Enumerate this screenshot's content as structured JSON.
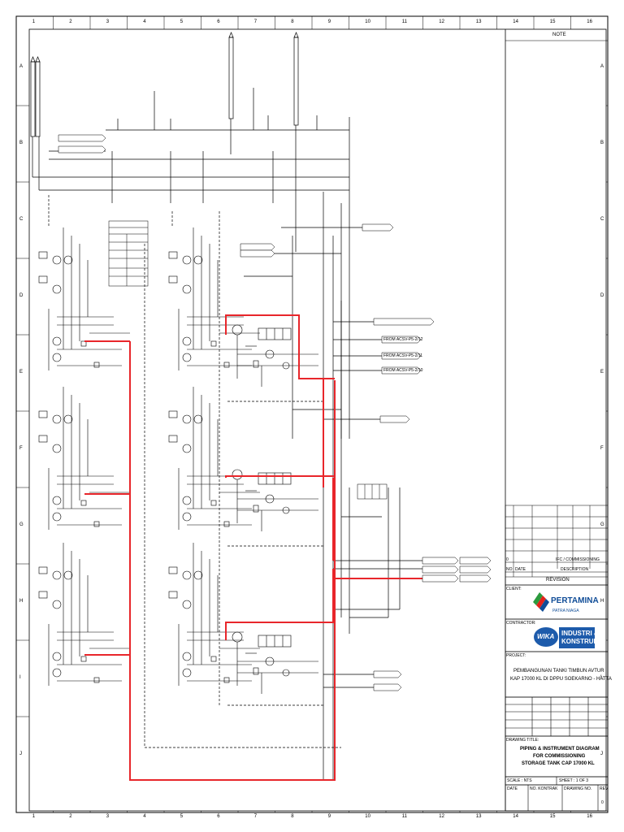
{
  "frame": {
    "columns": [
      "1",
      "2",
      "3",
      "4",
      "5",
      "6",
      "7",
      "8",
      "9",
      "10",
      "11",
      "12",
      "13",
      "14",
      "15",
      "16"
    ],
    "rows": [
      "A",
      "B",
      "C",
      "D",
      "E",
      "F",
      "G",
      "H",
      "I",
      "J"
    ]
  },
  "title_block": {
    "note_label": "NOTE",
    "revision_label": "REVISION",
    "rev_headers": {
      "no": "NO",
      "date": "DATE",
      "description": "DESCRIPTION"
    },
    "rev_row": {
      "no": "0",
      "date": "",
      "description": "IFC / COMMISSIONING"
    },
    "client_label": "CLIENT:",
    "client_name": "PERTAMINA",
    "client_sub": "PATRA NIAGA",
    "contractor_label": "CONTRACTOR:",
    "contractor_logo": "WIKA",
    "contractor_name_1": "INDUSTRI &",
    "contractor_name_2": "KONSTRUKSI",
    "project_label": "PROJECT:",
    "project_line1": "PEMBANGUNAN TANKI TIMBUN AVTUR",
    "project_line2": "KAP 17000 KL DI DPPU SOEKARNO - HATTA",
    "drawing_title_label": "DRAWING TITLE:",
    "title_line1": "PIPING & INSTRUMENT DIAGRAM",
    "title_line2": "FOR COMMISSIONING",
    "title_line3": "STORAGE TANK CAP 17000 KL",
    "scale_label": "SCALE : NTS",
    "sheet_label": "SHEET : 1 OF 3",
    "date_label": "DATE",
    "no_kontrak_label": "NO. KONTRAK",
    "drawing_no_label": "DRAWING NO.",
    "rev_label": "REV",
    "rev_value": "0",
    "colors": {
      "line": "#000000",
      "highlight": "#e8262b",
      "pertamina_red": "#e2231a",
      "pertamina_blue": "#0f4c97",
      "pertamina_green": "#2b9a3d",
      "wika_blue": "#1d5bab"
    }
  },
  "diagram": {
    "labels": {
      "from_acsv_1": "FROM ACSV-P5-2/12",
      "from_acsv_2": "FROM ACSV-P5-2/11",
      "from_acsv_3": "FROM ACSV-P5-2/10"
    }
  }
}
